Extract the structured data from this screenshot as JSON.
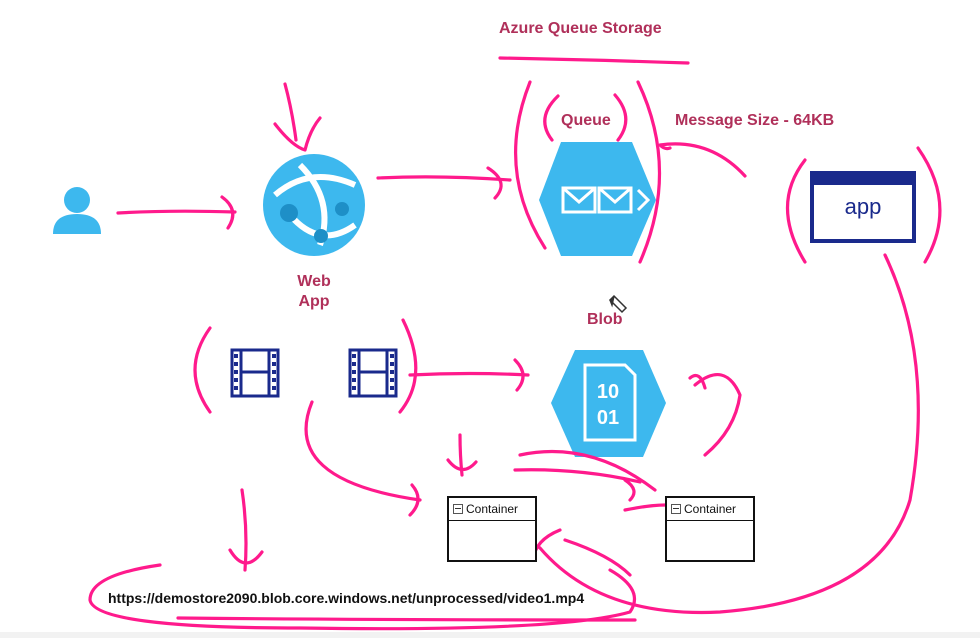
{
  "diagram": {
    "title": "Azure Queue Storage",
    "queue_label": "Queue",
    "message_size_label": "Message Size - 64KB",
    "webapp_label_line1": "Web",
    "webapp_label_line2": "App",
    "blob_label": "Blob",
    "app_label": "app",
    "blob_icon_text_line1": "10",
    "blob_icon_text_line2": "01",
    "containers": [
      {
        "label": "Container"
      },
      {
        "label": "Container"
      }
    ],
    "url": "https://demostore2090.blob.core.windows.net/unprocessed/video1.mp4"
  },
  "colors": {
    "ink": "#ff1a8c",
    "azure_blue": "#3db8ee",
    "navy": "#1a2a8c",
    "label": "#b0305a"
  },
  "icons": [
    "user-icon",
    "globe-icon",
    "queue-icon",
    "app-window-icon",
    "blob-icon",
    "film-icon",
    "pen-cursor-icon"
  ]
}
